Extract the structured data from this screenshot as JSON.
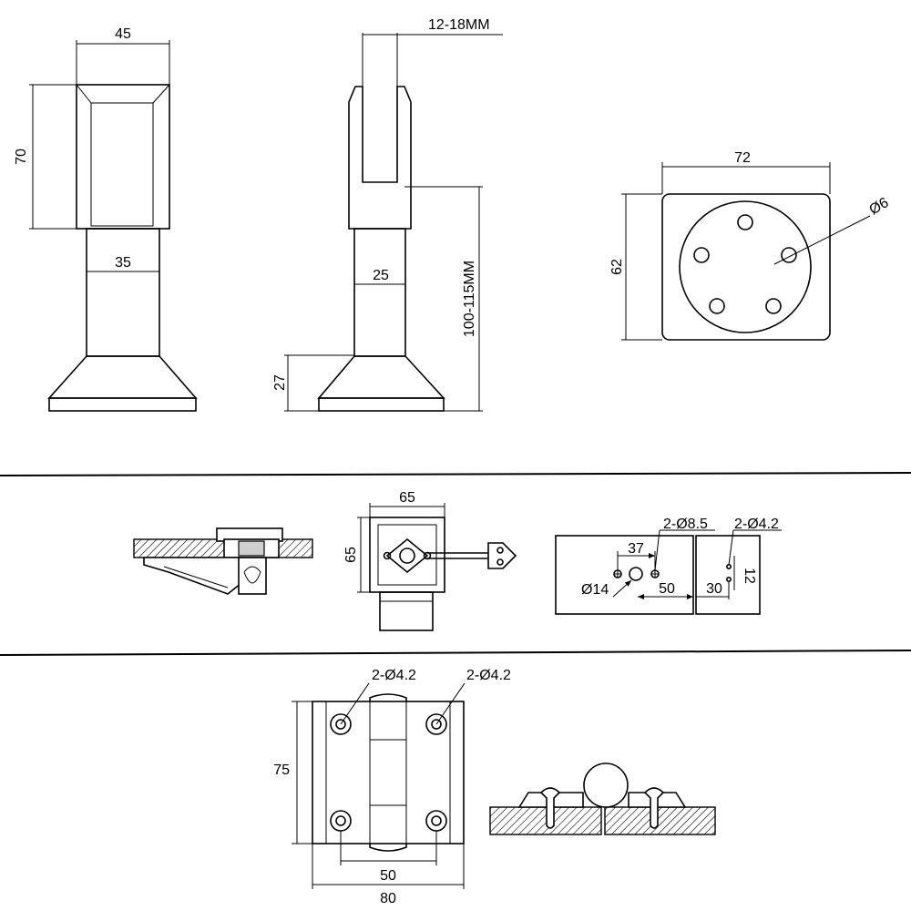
{
  "top": {
    "side_view": {
      "width_top": "45",
      "height_top": "70",
      "width_tube": "35"
    },
    "front_view": {
      "glass_range": "12-18MM",
      "tube_width": "25",
      "base_height": "27",
      "total_range": "100-115MM"
    },
    "plate_view": {
      "width": "72",
      "height": "62",
      "hole_dia": "Ø6"
    }
  },
  "middle": {
    "square_view": {
      "width": "65",
      "height": "65"
    },
    "drill_template": {
      "holes_large": "2-Ø8.5",
      "holes_small": "2-Ø4.2",
      "spacing": "37",
      "center_hole": "Ø14",
      "offset_a": "50",
      "offset_b": "30",
      "vertical": "12"
    }
  },
  "bottom": {
    "hinge_view": {
      "holes_left": "2-Ø4.2",
      "holes_right": "2-Ø4.2",
      "height": "75",
      "inner_width": "50",
      "outer_width": "80"
    }
  }
}
